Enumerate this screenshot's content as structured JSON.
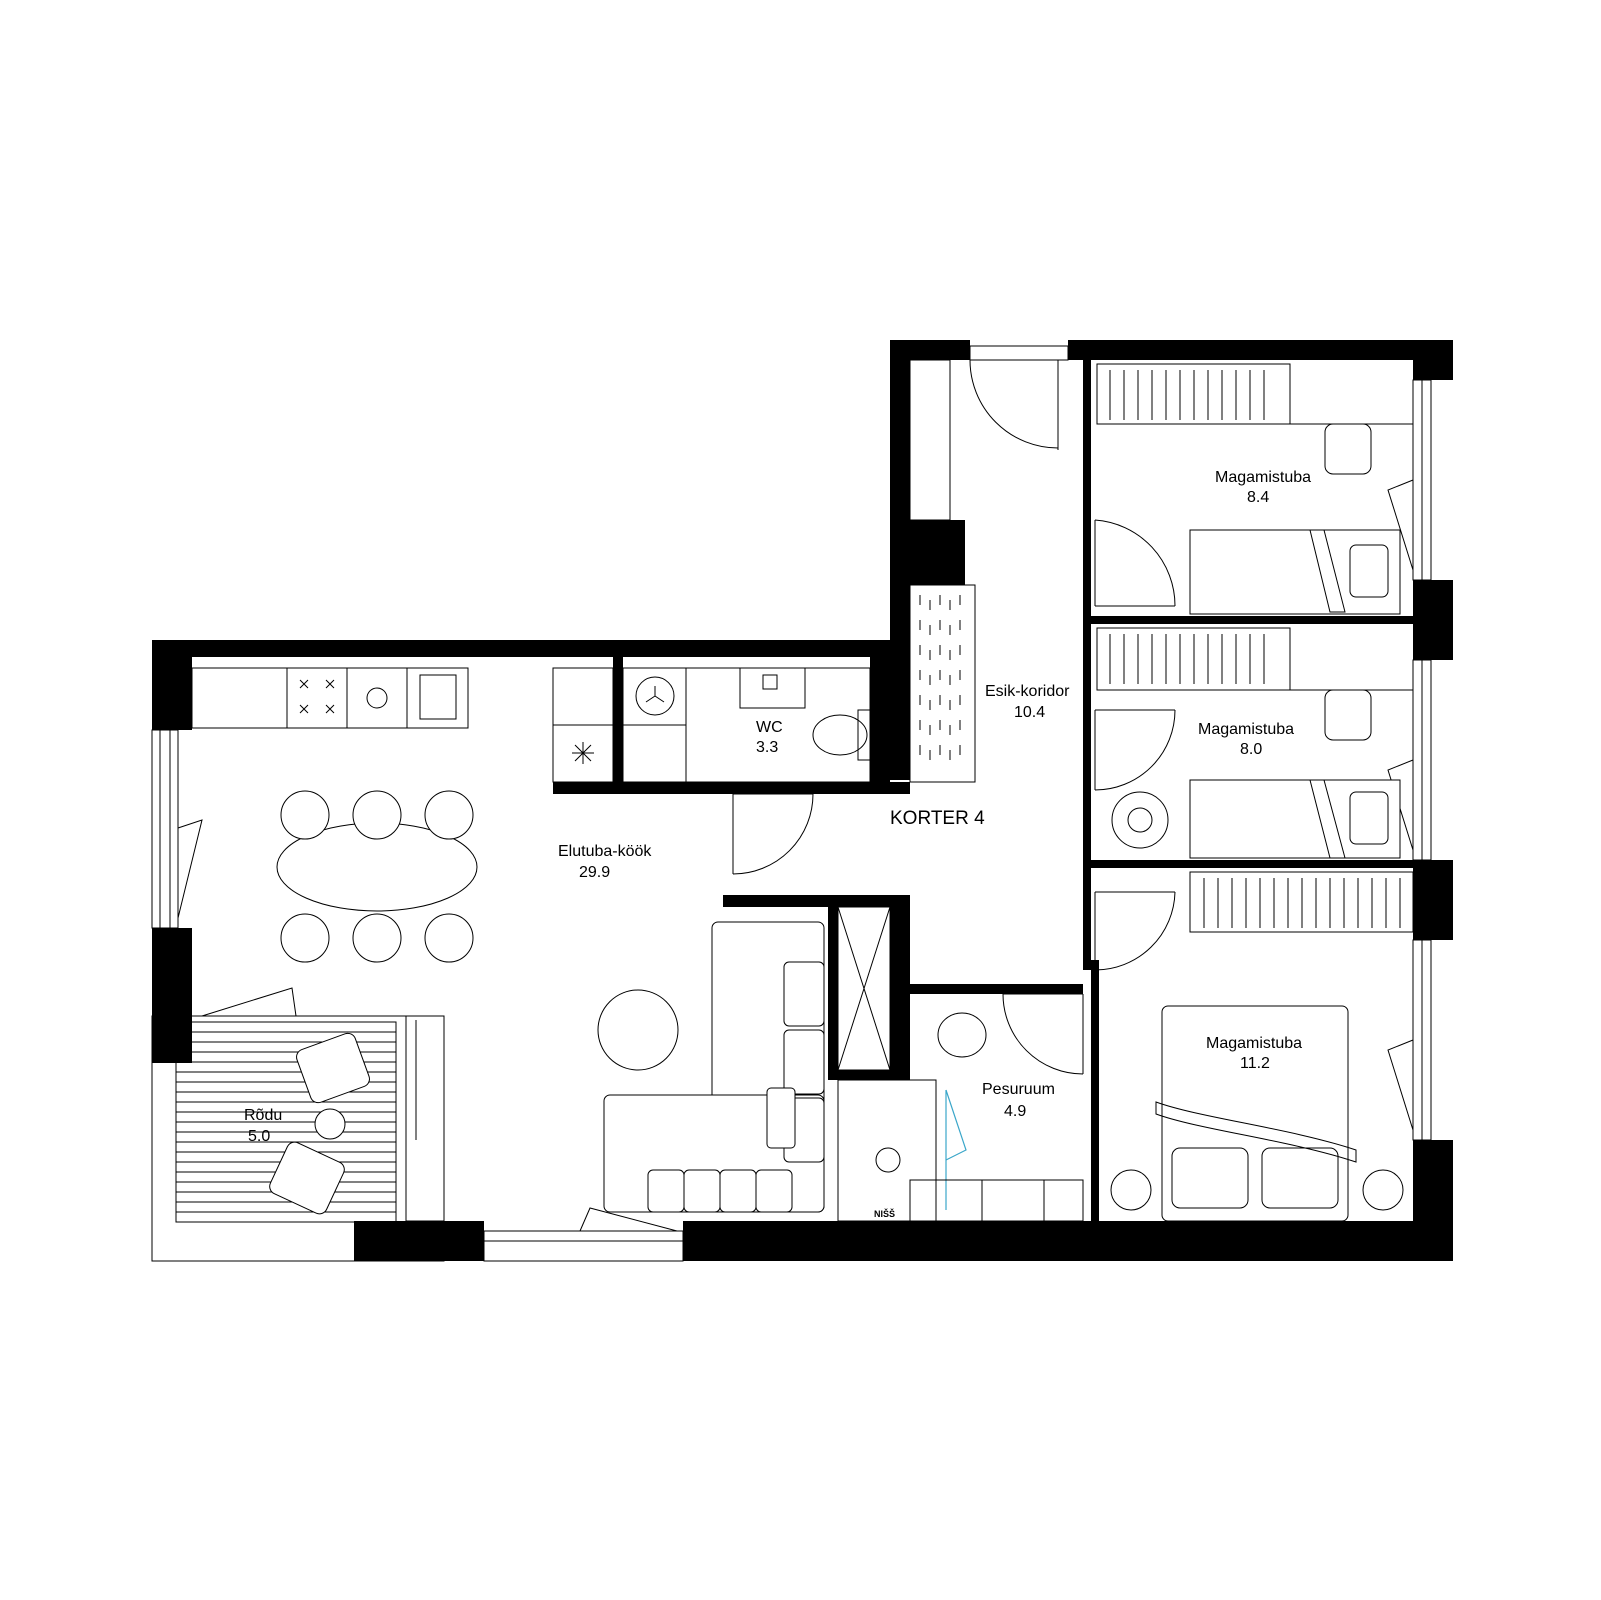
{
  "plan": {
    "apartment_label": "KORTER 4",
    "rooms": [
      {
        "id": "elutuba",
        "name": "Elutuba-köök",
        "area": "29.9"
      },
      {
        "id": "wc",
        "name": "WC",
        "area": "3.3"
      },
      {
        "id": "koridor",
        "name": "Esik-koridor",
        "area": "10.4"
      },
      {
        "id": "magamistuba1",
        "name": "Magamistuba",
        "area": "8.4"
      },
      {
        "id": "magamistuba2",
        "name": "Magamistuba",
        "area": "8.0"
      },
      {
        "id": "magamistuba3",
        "name": "Magamistuba",
        "area": "11.2"
      },
      {
        "id": "pesuruum",
        "name": "Pesuruum",
        "area": "4.9"
      },
      {
        "id": "rodu",
        "name": "Rõdu",
        "area": "5.0"
      }
    ],
    "niche_label": "NIŠŠ"
  },
  "colors": {
    "wall": "#000000",
    "line": "#000000",
    "background": "#ffffff",
    "accent": "#3aa6c9"
  }
}
